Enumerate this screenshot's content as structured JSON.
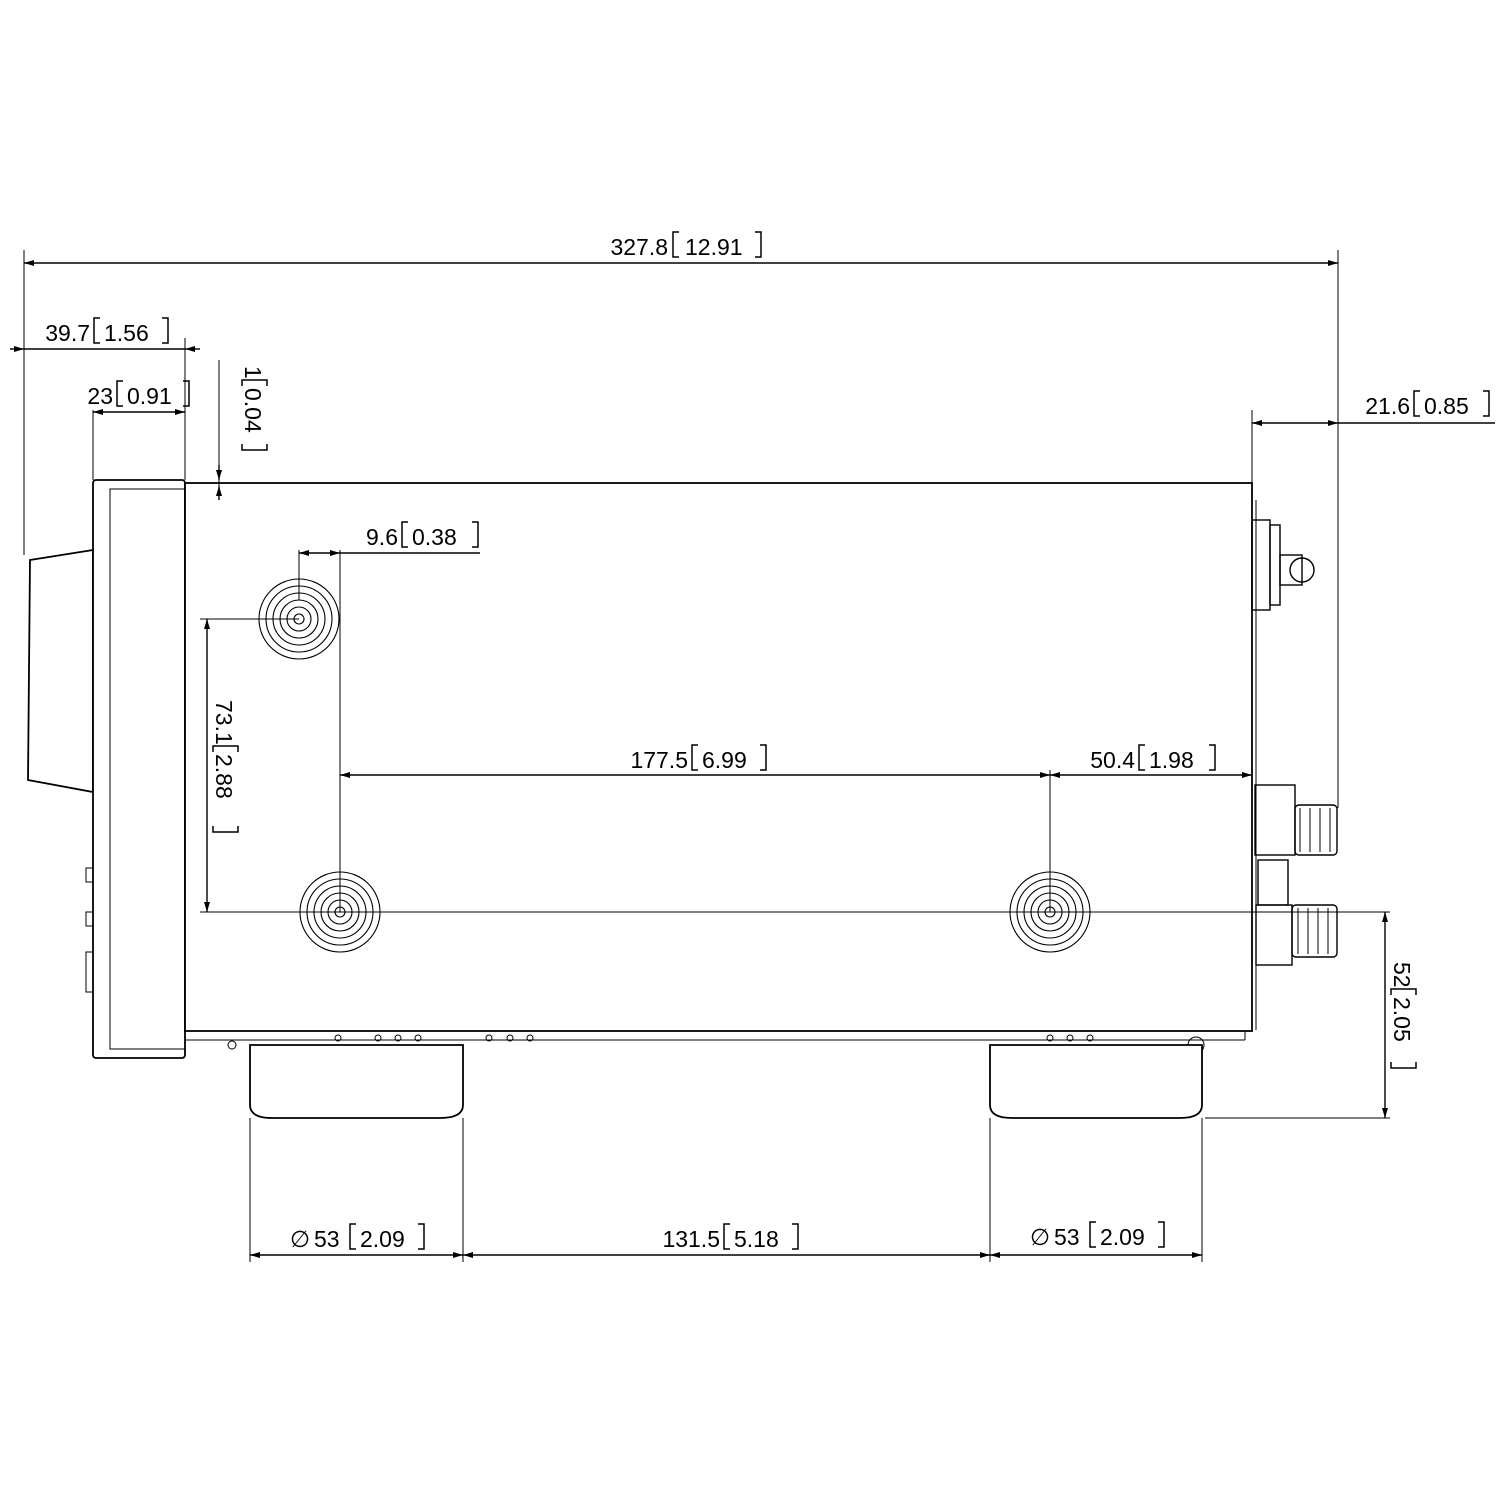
{
  "dimensions": {
    "overall_length": {
      "mm": "327.8",
      "in": "12.91"
    },
    "front_panel_depth": {
      "mm": "39.7",
      "in": "1.56"
    },
    "front_bezel": {
      "mm": "23",
      "in": "0.91"
    },
    "panel_offset": {
      "mm": "1",
      "in": "0.04"
    },
    "rear_terminals": {
      "mm": "21.6",
      "in": "0.85"
    },
    "screw_offset": {
      "mm": "9.6",
      "in": "0.38"
    },
    "screw_vertical_spacing": {
      "mm": "73.1",
      "in": "2.88"
    },
    "screw_horizontal_spacing": {
      "mm": "177.5",
      "in": "6.99"
    },
    "rear_screw_offset": {
      "mm": "50.4",
      "in": "1.98"
    },
    "foot_height": {
      "mm": "52",
      "in": "2.05"
    },
    "foot_diameter_front": {
      "symbol": "∅",
      "mm": "53",
      "in": "2.09"
    },
    "foot_spacing": {
      "mm": "131.5",
      "in": "5.18"
    },
    "foot_diameter_rear": {
      "symbol": "∅",
      "mm": "53",
      "in": "2.09"
    }
  }
}
